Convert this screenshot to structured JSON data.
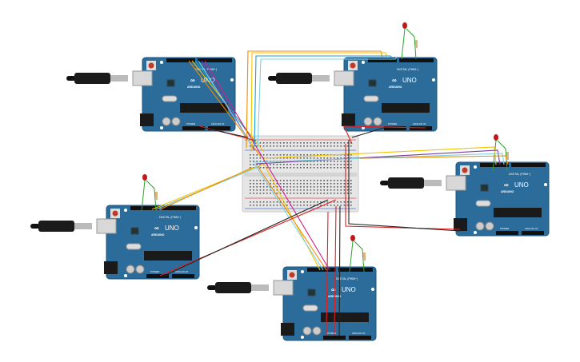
{
  "board_labels": {
    "model": "UNO",
    "brand": "ARDUINO",
    "digital": "DIGITAL (PWM~)",
    "power": "POWER",
    "analog": "ANALOG IN"
  },
  "colors": {
    "board": "#2b6c9a",
    "breadboard": "#e6e6e6",
    "wire_red": "#e02020",
    "wire_black": "#222222",
    "wire_orange": "#f08a00",
    "wire_yellow": "#f2c400",
    "wire_blue": "#1f9bd6",
    "wire_cyan": "#7fd0e0",
    "wire_purple": "#7a3aa0",
    "wire_magenta": "#d0208a",
    "wire_green": "#2ea02e",
    "led": "#c01818"
  }
}
